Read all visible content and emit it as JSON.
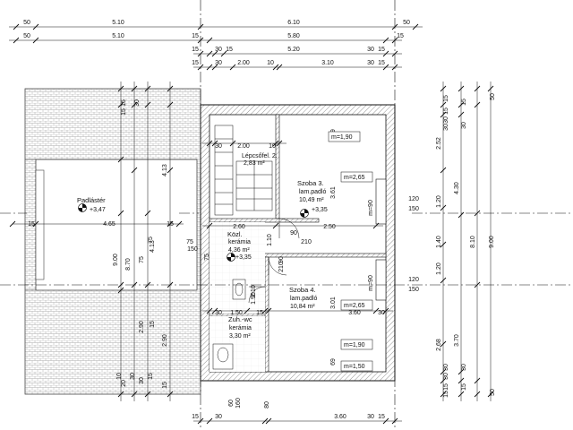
{
  "rooms": {
    "padlaster": {
      "name": "Padlástér",
      "level": "+3,47"
    },
    "lepcsofel": {
      "name": "Lépcsőfel. 2.",
      "area": "2,83 m²"
    },
    "szoba3": {
      "name": "Szoba 3.",
      "floor": "lam.padló",
      "area": "10,49 m²",
      "level": "+3,35"
    },
    "kozl": {
      "name": "Közl.",
      "floor": "kerámia",
      "area": "4,36 m²",
      "level": "+3,35"
    },
    "szoba4": {
      "name": "Szoba 4.",
      "floor": "lam.padló",
      "area": "10,84 m²"
    },
    "zuhwc": {
      "name": "Zuh.-wc",
      "floor": "kerámia",
      "area": "3,30 m²"
    }
  },
  "heights": {
    "h190a": "m=1,90",
    "h265a": "m=2,65",
    "h265b": "m=2,65",
    "h190b": "m=1,90",
    "h150": "m=1,50",
    "h90a": "m=90",
    "h90b": "m=90"
  },
  "top_dims": {
    "row1": [
      "50",
      "5.10",
      "6.10",
      "50"
    ],
    "row2": [
      "50",
      "5.10",
      "15",
      "5.80",
      "15"
    ],
    "row3": [
      "15",
      "30",
      "15",
      "5.20",
      "30",
      "15"
    ],
    "row4": [
      "15",
      "30",
      "2.00",
      "10",
      "3.10",
      "30",
      "15"
    ]
  },
  "inner_dims": {
    "stair_row": [
      "30",
      "2.00",
      "10"
    ],
    "kozl_row": [
      "2.60",
      "2.50"
    ],
    "lower_row": [
      "30",
      "1.50",
      "15",
      "3.60",
      "30"
    ],
    "bottom_row": [
      "15",
      "30",
      "3.60",
      "30",
      "15"
    ],
    "misc": [
      "75",
      "75",
      "150",
      "90",
      "210",
      "90",
      "210",
      "1.10",
      "69",
      "3.61",
      "3.01",
      "2.10",
      "1.90",
      "69",
      "75",
      "60",
      "160",
      "80"
    ]
  },
  "left_dims": [
    "15",
    "4.65",
    "15",
    "15",
    "15",
    "30",
    "9.00",
    "8.70",
    "75",
    "4.13",
    "4.13",
    "2.90",
    "2.90",
    "15",
    "10",
    "20",
    "30",
    "30",
    "15",
    "15"
  ],
  "right_dims": {
    "openings": [
      "120",
      "150",
      "120",
      "150"
    ],
    "chain1": [
      "15",
      "15",
      "30",
      "30",
      "2.52",
      "1.20",
      "1.40",
      "1.20",
      "2.68",
      "30",
      "30",
      "15",
      "15"
    ],
    "chain2": [
      "15",
      "30",
      "4.30",
      "8.10",
      "3.70",
      "30",
      "15"
    ],
    "chain3": [
      "50",
      "9.00",
      "50"
    ]
  }
}
